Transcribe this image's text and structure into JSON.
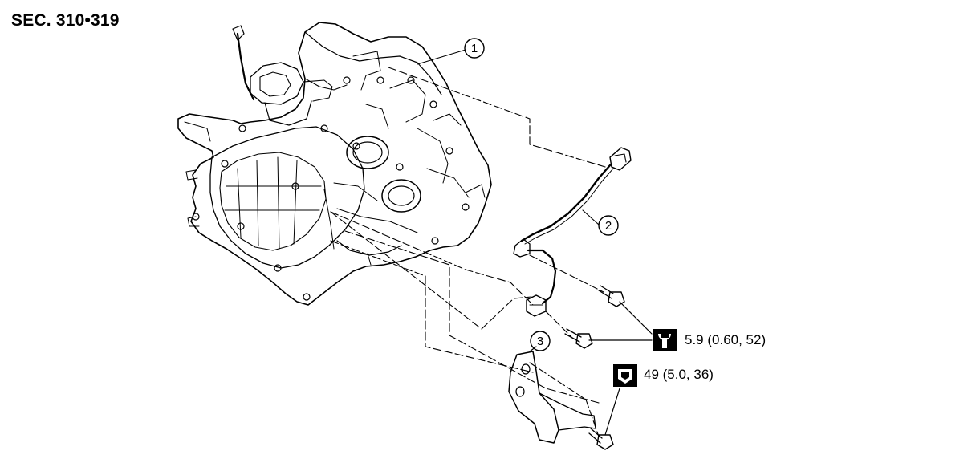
{
  "header": {
    "section": "SEC. 310•319"
  },
  "callouts": [
    {
      "number": "1"
    },
    {
      "number": "2"
    },
    {
      "number": "3"
    }
  ],
  "torque_specs": [
    {
      "icon": "torque-wrench-icon",
      "value": "5.9 (0.60, 52)"
    },
    {
      "icon": "torque-nut-icon",
      "value": "49 (5.0, 36)"
    }
  ]
}
